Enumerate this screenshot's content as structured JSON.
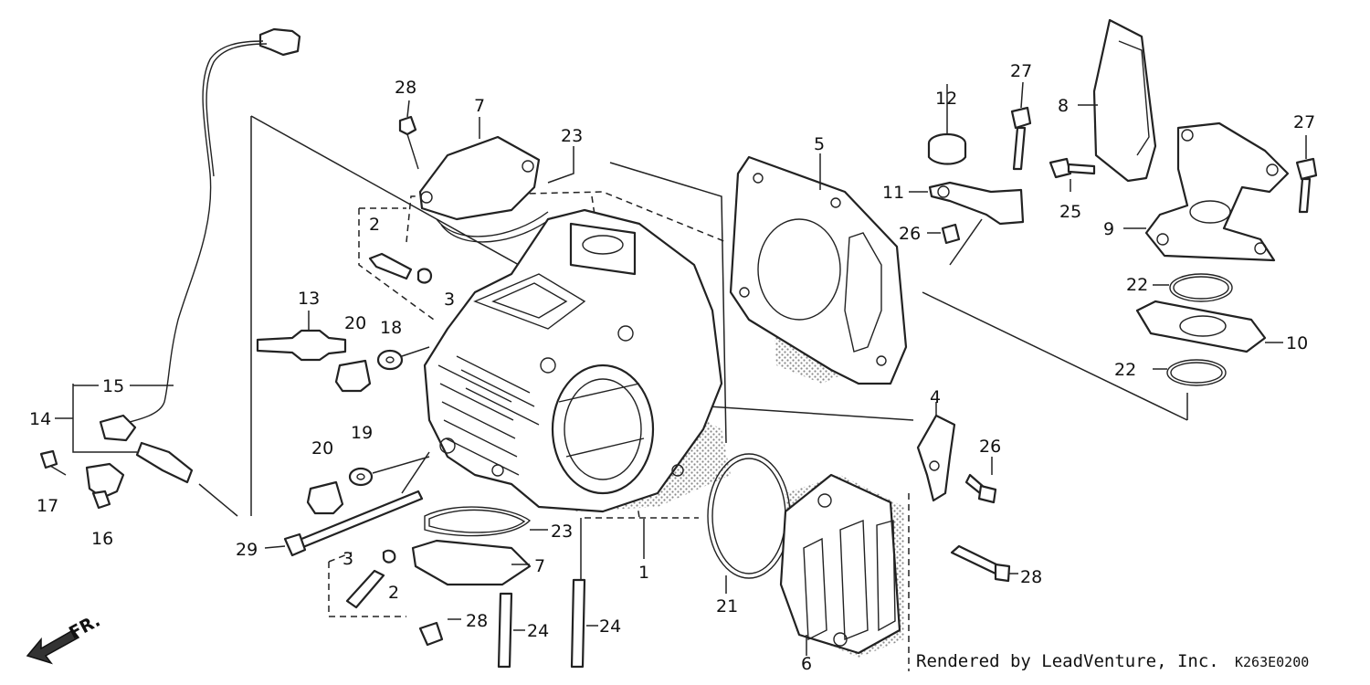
{
  "callouts": {
    "c1": "1",
    "c2a": "2",
    "c2b": "2",
    "c3a": "3",
    "c3b": "3",
    "c4": "4",
    "c5": "5",
    "c6": "6",
    "c7a": "7",
    "c7b": "7",
    "c8": "8",
    "c9": "9",
    "c10": "10",
    "c11": "11",
    "c12": "12",
    "c13": "13",
    "c14": "14",
    "c15": "15",
    "c16": "16",
    "c17": "17",
    "c18": "18",
    "c19": "19",
    "c20a": "20",
    "c20b": "20",
    "c21": "21",
    "c22a": "22",
    "c22b": "22",
    "c23a": "23",
    "c23b": "23",
    "c24a": "24",
    "c24b": "24",
    "c25": "25",
    "c26a": "26",
    "c26b": "26",
    "c27a": "27",
    "c27b": "27",
    "c28a": "28",
    "c28b": "28",
    "c28c": "28",
    "c29": "29"
  },
  "direction_label": "FR.",
  "footer": {
    "rendered_by": "Rendered by LeadVenture, Inc.",
    "diagram_code": "K263E0200"
  }
}
